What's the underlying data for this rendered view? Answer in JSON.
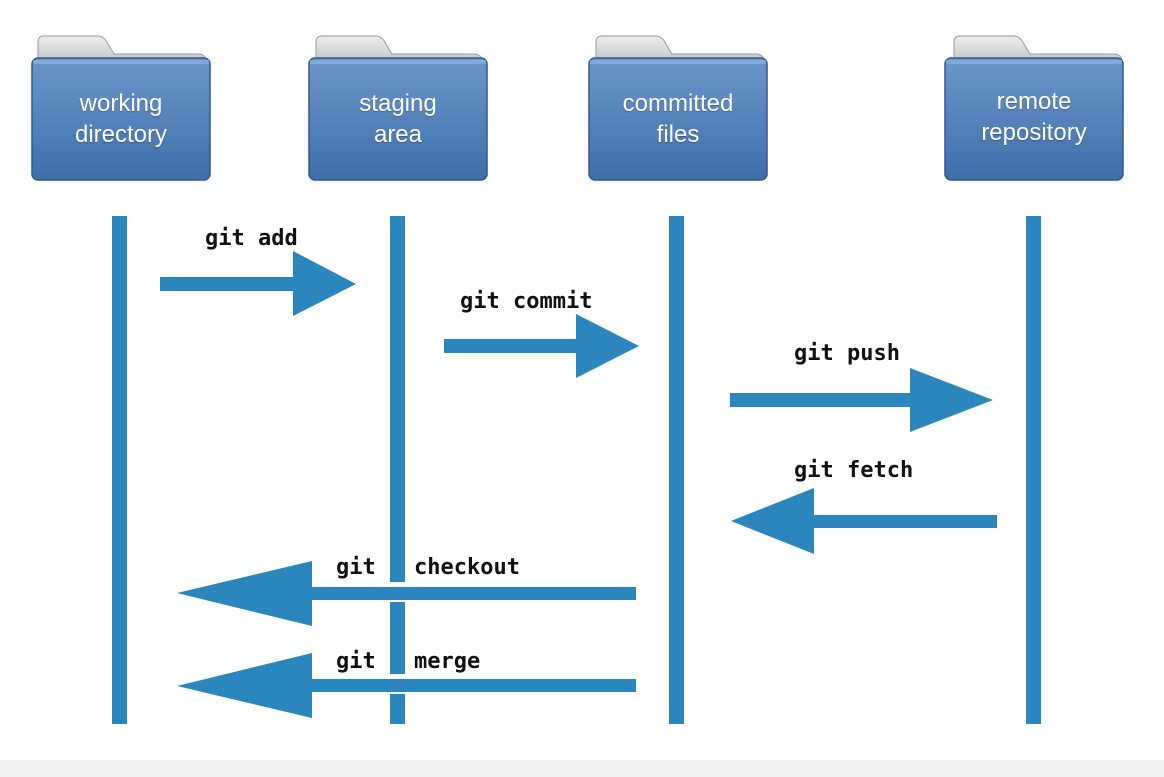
{
  "colors": {
    "folder_top": "#6b97cb",
    "folder_bottom": "#3f6ea9",
    "folder_tab": "#d7d7d7",
    "flow_blue": "#2b86bd",
    "command_text": "#111111"
  },
  "folders": [
    {
      "line1": "working",
      "line2": "directory",
      "icon": "folder-icon"
    },
    {
      "line1": "staging",
      "line2": "area",
      "icon": "folder-icon"
    },
    {
      "line1": "committed",
      "line2": "files",
      "icon": "folder-icon"
    },
    {
      "line1": "remote",
      "line2": "repository",
      "icon": "folder-icon"
    }
  ],
  "commands": {
    "add": "git add",
    "commit": "git commit",
    "push": "git push",
    "fetch": "git fetch",
    "checkout_word1": "git",
    "checkout_word2": "checkout",
    "merge_word1": "git",
    "merge_word2": "merge"
  }
}
